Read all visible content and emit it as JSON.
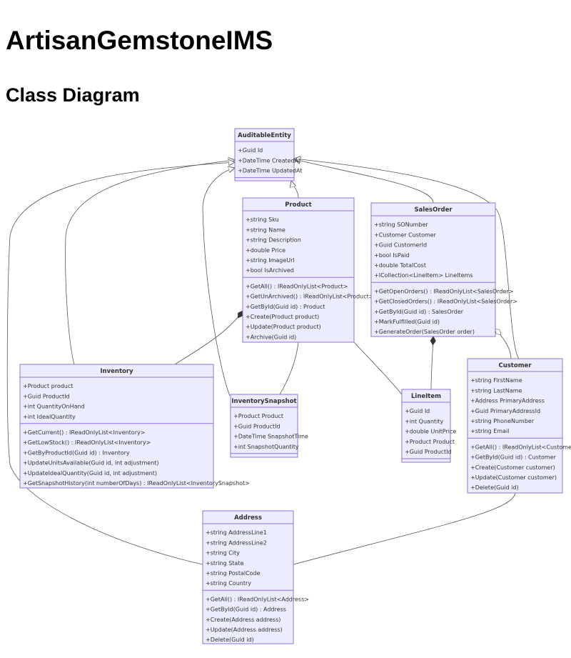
{
  "page": {
    "title": "ArtisanGemstoneIMS",
    "subtitle": "Class Diagram"
  },
  "classes": [
    {
      "id": "AuditableEntity",
      "name": "AuditableEntity",
      "attributes": [
        "+Guid Id",
        "+DateTime CreatedAt",
        "+DateTime UpdatedAt"
      ],
      "methods": []
    },
    {
      "id": "Product",
      "name": "Product",
      "attributes": [
        "+string Sku",
        "+string Name",
        "+string Description",
        "+double Price",
        "+string ImageUrl",
        "+bool IsArchived"
      ],
      "methods": [
        "+GetAll() : IReadOnlyList<Product>",
        "+GetUnArchived() : IReadOnlyList<Product>",
        "+GetById(Guid id) : Product",
        "+Create(Product product)",
        "+Update(Product product)",
        "+Archive(Guid id)"
      ]
    },
    {
      "id": "SalesOrder",
      "name": "SalesOrder",
      "attributes": [
        "+string SONumber",
        "+Customer Customer",
        "+Guid CustomerId",
        "+bool IsPaid",
        "+double TotalCost",
        "+ICollection<LineItem> LineItems"
      ],
      "methods": [
        "+GetOpenOrders() : IReadOnlyList<SalesOrder>",
        "+GetClosedOrders() : IReadOnlyList<SalesOrder>",
        "+GetById(Guid id) : SalesOrder",
        "+MarkFulfilled(Guid id)",
        "+GenerateOrder(SalesOrder order)"
      ]
    },
    {
      "id": "Inventory",
      "name": "Inventory",
      "attributes": [
        "+Product product",
        "+Guid ProductId",
        "+int QuantityOnHand",
        "+int IdealQuantity"
      ],
      "methods": [
        "+GetCurrent() : IReadOnlyList<Inventory>",
        "+GetLowStock() : IReadOnlyList<Inventory>",
        "+GetByProductId(Guid id) : Inventory",
        "+UpdateUnitsAvailable(Guid id, int adjustment)",
        "+UpdateIdealQuantity(Guid id, int adjustment)",
        "+GetSnapshotHistory(int numberOfDays) : IReadOnlyList<InventorySnapshot>"
      ]
    },
    {
      "id": "InventorySnapshot",
      "name": "InventorySnapshot",
      "attributes": [
        "+Product Product",
        "+Guid ProductId",
        "+DateTime SnapshotTime",
        "+int SnapshotQuantity"
      ],
      "methods": []
    },
    {
      "id": "LineItem",
      "name": "LineItem",
      "attributes": [
        "+Guid Id",
        "+int Quantity",
        "+double UnitPrice",
        "+Product Product",
        "+Guid ProductId"
      ],
      "methods": []
    },
    {
      "id": "Customer",
      "name": "Customer",
      "attributes": [
        "+string FirstName",
        "+string LastName",
        "+Address PrimaryAddress",
        "+Guid PrimaryAddressId",
        "+string PhoneNumber",
        "+string Email"
      ],
      "methods": [
        "+GetAll() : IReadOnlyList<Customer>",
        "+GetById(Guid id) : Customer",
        "+Create(Customer customer)",
        "+Update(Customer customer)",
        "+Delete(Guid id)"
      ]
    },
    {
      "id": "Address",
      "name": "Address",
      "attributes": [
        "+string AddressLine1",
        "+string AddressLine2",
        "+string City",
        "+string State",
        "+string PostalCode",
        "+string Country"
      ],
      "methods": [
        "+GetAll() : IReadOnlyList<Address>",
        "+GetById(Guid id) : Address",
        "+Create(Address address)",
        "+Update(Address address)",
        "+Delete(Guid id)"
      ]
    }
  ],
  "relations": [
    {
      "name": "product-inherits-auditable",
      "kind": "inheritance",
      "from": "Product",
      "to": "AuditableEntity"
    },
    {
      "name": "salesorder-inherits-auditable",
      "kind": "inheritance",
      "from": "SalesOrder",
      "to": "AuditableEntity"
    },
    {
      "name": "customer-inherits-auditable",
      "kind": "inheritance",
      "from": "Customer",
      "to": "AuditableEntity"
    },
    {
      "name": "inventory-inherits-auditable",
      "kind": "inheritance",
      "from": "Inventory",
      "to": "AuditableEntity"
    },
    {
      "name": "snapshot-inherits-auditable",
      "kind": "inheritance",
      "from": "InventorySnapshot",
      "to": "AuditableEntity"
    },
    {
      "name": "address-inherits-auditable",
      "kind": "inheritance",
      "from": "Address",
      "to": "AuditableEntity"
    },
    {
      "name": "product-inventory-composition",
      "kind": "composition",
      "from": "Product",
      "to": "Inventory"
    },
    {
      "name": "product-snapshot-link",
      "kind": "association",
      "from": "Product",
      "to": "InventorySnapshot"
    },
    {
      "name": "product-lineitem-link",
      "kind": "association",
      "from": "Product",
      "to": "LineItem"
    },
    {
      "name": "salesorder-lineitem-composition",
      "kind": "composition",
      "from": "SalesOrder",
      "to": "LineItem"
    },
    {
      "name": "salesorder-customer-aggregation",
      "kind": "aggregation",
      "from": "SalesOrder",
      "to": "Customer"
    },
    {
      "name": "customer-address-link",
      "kind": "association",
      "from": "Customer",
      "to": "Address"
    }
  ],
  "colors": {
    "box_fill": "#ECECFF",
    "box_border": "#9370DB",
    "text": "#333333",
    "line": "#555555"
  }
}
